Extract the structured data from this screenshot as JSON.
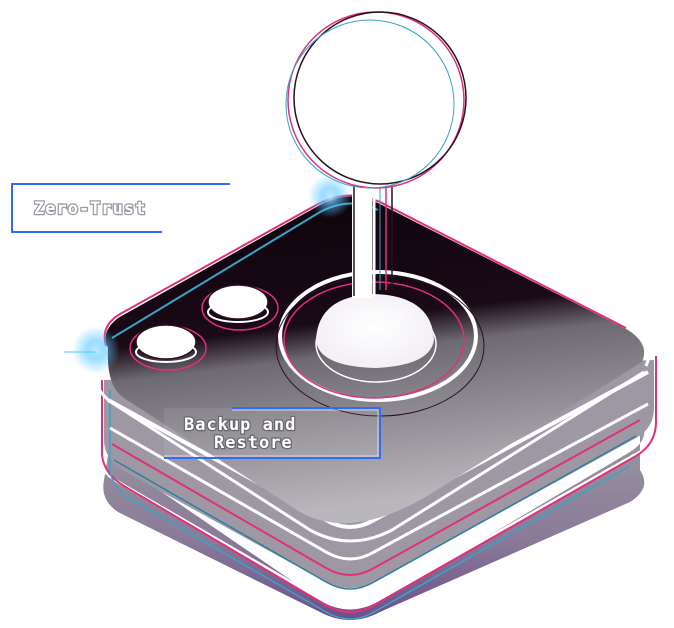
{
  "labels": {
    "zero_trust": "Zero-Trust",
    "backup_line1": "Backup and",
    "backup_line2": "Restore"
  },
  "icons": {
    "device": "arcade-joystick-icon",
    "stick": "joystick-stick-icon",
    "buttons": "arcade-button-icon"
  },
  "colors": {
    "accent_pink": "#e0307a",
    "accent_blue": "#2f6bff",
    "glow_cyan": "#5cc8ff",
    "top_dark": "#14060f",
    "top_gray": "#8c8a90",
    "base_purple": "#7c5a92"
  }
}
